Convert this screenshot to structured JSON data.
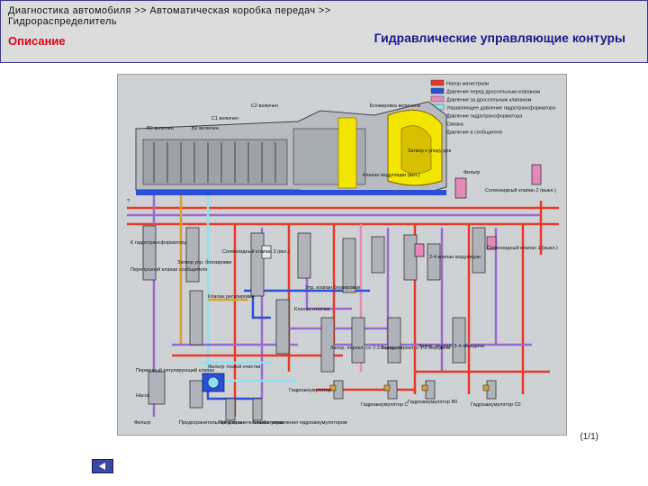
{
  "header": {
    "breadcrumb": "Диагностика автомобиля >> Автоматическая коробка передач >> Гидрораспределитель",
    "subtitle": "Описание",
    "title": "Гидравлические управляющие контуры"
  },
  "legend": [
    {
      "label": "Напор магистрали",
      "color": "#e83828"
    },
    {
      "label": "Давление перед дроссельным клапаном",
      "color": "#2a4fd6"
    },
    {
      "label": "Давление за дроссельным клапаном",
      "color": "#e58ab8"
    },
    {
      "label": "Управляющее давление гидротрансформатора",
      "color": "#8fe0f2"
    },
    {
      "label": "Давление гидротрансформатора",
      "color": "#f2e600"
    },
    {
      "label": "Смазка",
      "color": "#d8a030"
    },
    {
      "label": "Давление в сообщителе",
      "color": "#9a6ad0"
    }
  ],
  "labels": {
    "c2": "C2 включен",
    "c1": "C1 включен",
    "b0": "B0 включен",
    "b2": "B2 включен",
    "lockup": "Блокировка включена",
    "filter": "Фильтр",
    "sol_valve_2": "Соленоидный клапан 2 (выкл.)",
    "reg_valve": "Клапан модуляции (вкл.)",
    "question_mark": "?",
    "lockup_cut": "Затвор к упору дик",
    "to_converter": "К гидротрансформатору",
    "bypass_valve": "Перепускной клапан сообщителя",
    "sol_valve_3": "Соленоидный клапан 3 (вкл.)",
    "lockup_rel": "Затвор упр. блокировки",
    "control_valve": "Клапан регулировки",
    "modulation_valve": "Упр. клапан блокировки",
    "release_valve": "Клапан отсечки",
    "sol_valve_1": "Соленоидный клапан 1 (выкл.)",
    "shift_2_4": "2-4 клапан модуляции",
    "shift_valve_23": "Запор. перекл. со 2-3 передачи",
    "shift_valve_12": "Запор. перекл. с 1-2 передачи",
    "shift_valve_34": "Запор. перекл. 3-4 передачи",
    "fine_filter": "Фильтр тонкой очистки",
    "throttle_valve": "Первичный регулирующий клапан",
    "pump": "Насос",
    "accumulator_b1": "Гидроаккумулятор",
    "accumulator_c": "Гидроаккумулятор C",
    "accumulator_b0": "Гидроаккумулятор B0",
    "accumulator_c0": "Гидроаккумулятор C0",
    "filter_bottom": "Фильтр",
    "safety_valve": "Предохранительный клапан",
    "relief_valve": "Предохранительный клапан",
    "accum_control": "Клапан управления гидроаккумулятором"
  },
  "footer": {
    "page_counter": "(1/1)"
  }
}
